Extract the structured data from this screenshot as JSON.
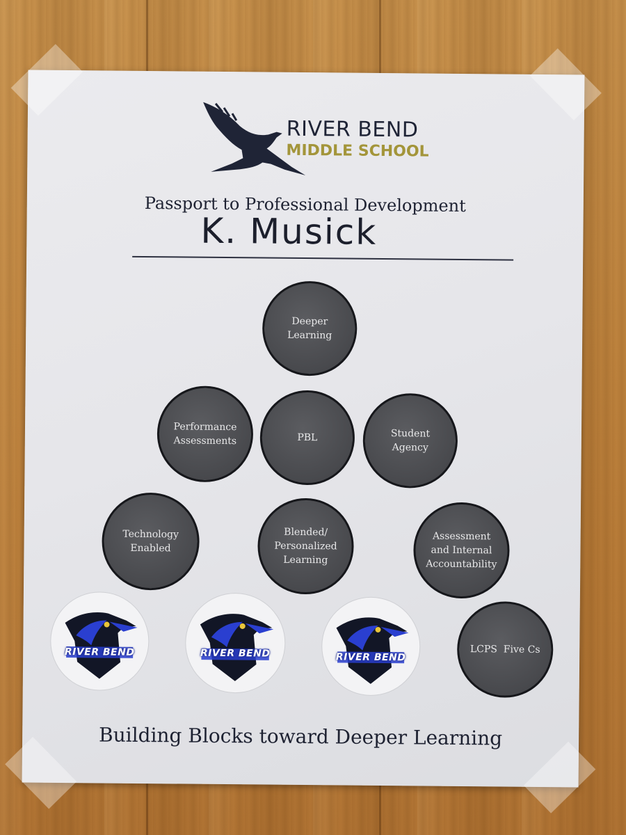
{
  "school": {
    "name_line1": "RIVER BEND",
    "name_line2": "MIDDLE SCHOOL"
  },
  "heading": "Passport to Professional Development",
  "student_name": "K. Musick",
  "circles": [
    {
      "label": "Deeper\nLearning"
    },
    {
      "label": "Performance\nAssessments"
    },
    {
      "label": "PBL"
    },
    {
      "label": "Student\nAgency"
    },
    {
      "label": "Technology\nEnabled"
    },
    {
      "label": "Blended/\nPersonalized\nLearning"
    },
    {
      "label": "Assessment\nand Internal\nAccountability"
    },
    {
      "label": "LCPS  Five Cs"
    }
  ],
  "stickers": [
    {
      "text": "RIVER BEND"
    },
    {
      "text": "RIVER BEND"
    },
    {
      "text": "RIVER BEND"
    }
  ],
  "footer": "Building Blocks toward Deeper Learning",
  "colors": {
    "circle_fill": "#48494d",
    "logo_navy": "#1f2436",
    "logo_gold": "#a3953a",
    "sticker_blue": "#2a3fd0"
  }
}
